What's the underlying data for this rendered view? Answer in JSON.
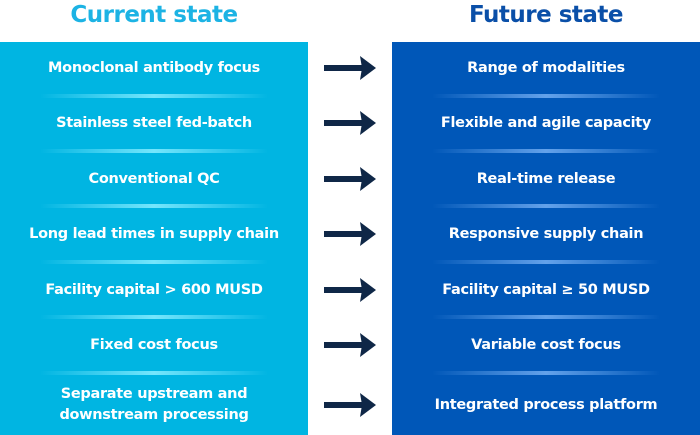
{
  "headers": {
    "current": "Current state",
    "future": "Future state"
  },
  "rows": [
    {
      "current": "Monoclonal antibody focus",
      "future": "Range of modalities"
    },
    {
      "current": "Stainless steel fed-batch",
      "future": "Flexible and agile capacity"
    },
    {
      "current": "Conventional QC",
      "future": "Real-time release"
    },
    {
      "current": "Long lead times in supply chain",
      "future": "Responsive supply chain"
    },
    {
      "current": "Facility capital > 600 MUSD",
      "future": "Facility capital ≥ 50 MUSD"
    },
    {
      "current": "Fixed cost focus",
      "future": "Variable cost focus"
    },
    {
      "current": "Separate upstream and downstream processing",
      "future": "Integrated process platform"
    }
  ],
  "colors": {
    "current": "#00b5e2",
    "future": "#0057b8",
    "arrow": "#0f2747"
  }
}
